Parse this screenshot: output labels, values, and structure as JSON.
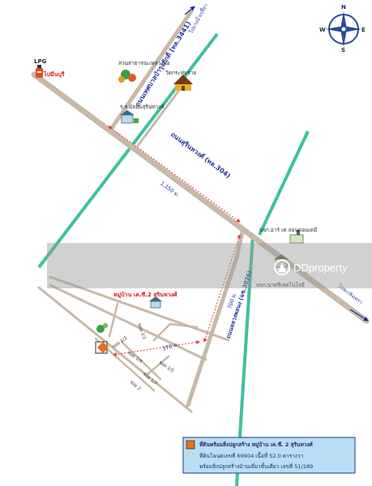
{
  "roads": {
    "main_road": "ถนนสุรินทวงศ์ (ทล.304)",
    "north_road": "ถนนเทศบาลบำรุงภักดี (ทล.3441)",
    "side_road": "ถนนหลวงพลนง (ฉช.3026)",
    "north_dir": "ไปบางน้ำเปรี้ยว",
    "east_dir": "ไปฉะเชิงเทรา"
  },
  "landmarks": {
    "lpg_label": "LPG",
    "lpg_sub": "ไปมีนบุรี",
    "park": "สวนสาธารณะหลวงพ่อ",
    "temple": "วัดกระทุ่มราย",
    "school": "ร.ร.มัธยมสุรินทวงศ์",
    "factory1": "บจก.อาร์ เค ลอนดอนเคมี",
    "factory2": "บจก.นาตรีเทคโนโลยี",
    "village": "หมู่บ้าน เค.ซี.2 สุรินทวงศ์"
  },
  "distances": {
    "d1": "1,150 ม.",
    "d2": "700 ม.",
    "d3": "370 ม."
  },
  "soi": {
    "s1": "ซอย 1/1",
    "s2": "ซอย 1/3",
    "s3": "ซอย 1/4",
    "s4": "ซอย 1/5",
    "s5": "ซอย 1/7",
    "s6": "ซอย 2"
  },
  "watermark": {
    "brand": "DDproperty"
  },
  "legend": {
    "line1": "ที่ดินพร้อมสิ่งปลูกสร้าง หมู่บ้าน เค.ซี. 2 สุรินทวงศ์",
    "line2": "ที่ดินโฉนดเลขที่ 69904 เนื้อที่ 52.0 ตารางวา",
    "line3": "พร้อมสิ่งปลูกสร้างบ้านเดี่ยวชั้นเดียว เลขที่ 51/189",
    "marker_color": "#e8701e"
  },
  "compass": {
    "n": "N",
    "e": "E",
    "s": "S",
    "w": "W"
  },
  "colors": {
    "road": "#c8b9a8",
    "canal": "#3fc0a0",
    "route_dash": "#e23b3b",
    "road_label": "#24309a",
    "legend_bg": "#b9ddf4",
    "legend_border": "#3a5b9a"
  }
}
